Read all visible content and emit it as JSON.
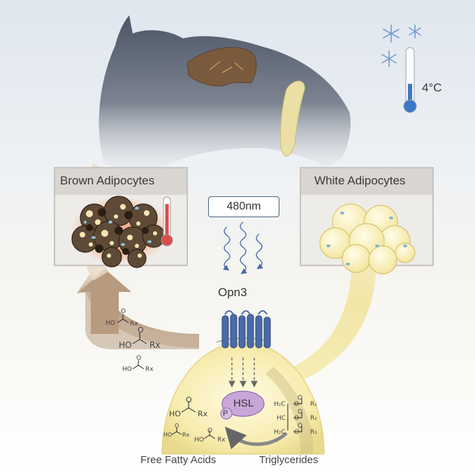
{
  "labels": {
    "temperature": "4°C",
    "brown_adipocytes": "Brown Adipocytes",
    "white_adipocytes": "White Adipocytes",
    "wavelength": "480nm",
    "receptor": "Opn3",
    "enzyme": "HSL",
    "phospho": "P",
    "free_fatty_acids": "Free Fatty Acids",
    "triglycerides": "Triglycerides"
  },
  "chem": {
    "oxygen": "O",
    "ho": "HO",
    "rx": "Rx",
    "r1": "R₁",
    "r2": "R₂",
    "r3": "R₃",
    "h2c": "H₂C",
    "hc": "HC"
  },
  "colors": {
    "brown_cycle": "#b89a7e",
    "white_cycle": "#f2e6a6",
    "receptor_blue": "#4a6aaa",
    "hsl_purple": "#c9a6d8",
    "thermometer_red": "#d94c4c",
    "thermometer_blue": "#3a78c8"
  },
  "icons": [
    "snowflake-icon",
    "thermometer-icon",
    "light-wave-icon",
    "arrow-icon"
  ]
}
